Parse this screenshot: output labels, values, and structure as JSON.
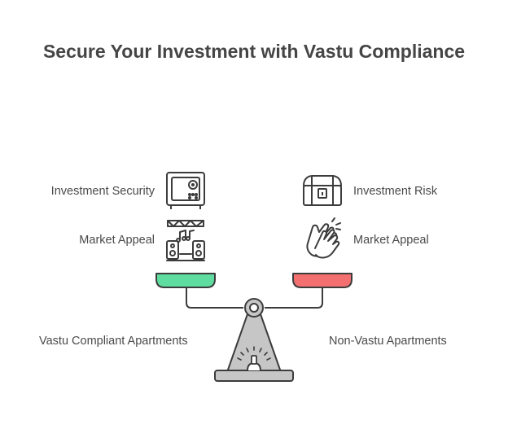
{
  "title": "Secure Your Investment with Vastu Compliance",
  "left": {
    "item1": "Investment Security",
    "item2": "Market Appeal",
    "caption": "Vastu Compliant Apartments",
    "pan_color": "#5fdca0"
  },
  "right": {
    "item1": "Investment Risk",
    "item2": "Market Appeal",
    "caption": "Non-Vastu Apartments",
    "pan_color": "#f47070"
  },
  "icons": {
    "left_top": "safe-icon",
    "left_bottom": "music-store-icon",
    "right_top": "treasure-chest-icon",
    "right_bottom": "clapping-hands-icon",
    "base": "balance-scale-icon"
  }
}
